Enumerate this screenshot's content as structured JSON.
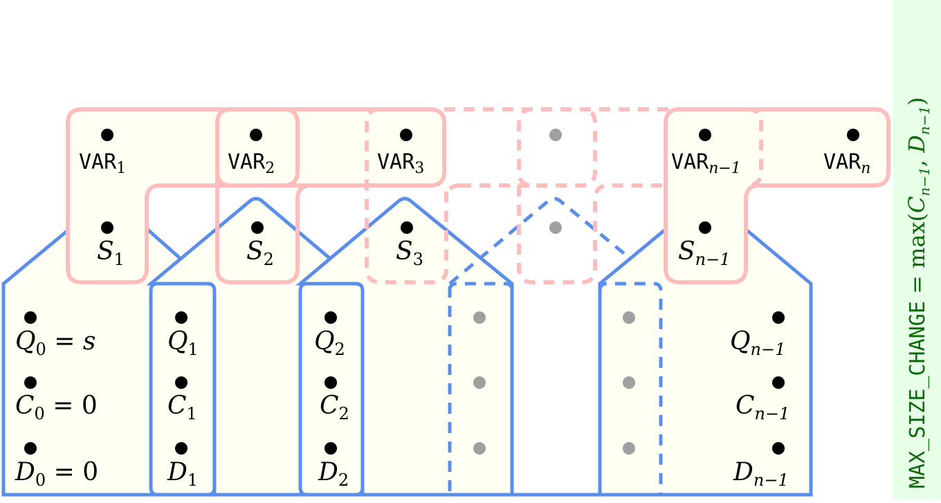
{
  "colors": {
    "pink_outline": "#ffbcbc",
    "blue_outline": "#5a8ee8",
    "region_fill": "#fffff4",
    "gray_dot": "#a0a0a0",
    "side_panel": "#e6ffe6",
    "side_text": "#0a6a0a"
  },
  "var_labels": [
    {
      "base": "VAR",
      "sub": "1"
    },
    {
      "base": "VAR",
      "sub": "2"
    },
    {
      "base": "VAR",
      "sub": "3"
    },
    {
      "base": "VAR",
      "sub": "n−1"
    },
    {
      "base": "VAR",
      "sub": "n"
    }
  ],
  "s_labels": [
    {
      "base": "S",
      "sub": "1"
    },
    {
      "base": "S",
      "sub": "2"
    },
    {
      "base": "S",
      "sub": "3"
    },
    {
      "base": "S",
      "sub": "n−1"
    }
  ],
  "q_labels": [
    {
      "base": "Q",
      "sub": "0",
      "suffix": " = s"
    },
    {
      "base": "Q",
      "sub": "1",
      "suffix": ""
    },
    {
      "base": "Q",
      "sub": "2",
      "suffix": ""
    },
    {
      "base": "Q",
      "sub": "n−1",
      "suffix": ""
    }
  ],
  "c_labels": [
    {
      "base": "C",
      "sub": "0",
      "suffix": " = 0"
    },
    {
      "base": "C",
      "sub": "1",
      "suffix": ""
    },
    {
      "base": "C",
      "sub": "2",
      "suffix": ""
    },
    {
      "base": "C",
      "sub": "n−1",
      "suffix": ""
    }
  ],
  "d_labels": [
    {
      "base": "D",
      "sub": "0",
      "suffix": " = 0"
    },
    {
      "base": "D",
      "sub": "1",
      "suffix": ""
    },
    {
      "base": "D",
      "sub": "2",
      "suffix": ""
    },
    {
      "base": "D",
      "sub": "n−1",
      "suffix": ""
    }
  ],
  "side_label": {
    "mono": "MAX_SIZE_CHANGE",
    "eq": " = max(",
    "c": "C",
    "c_sub": "n−1",
    "comma": ", ",
    "d": "D",
    "d_sub": "n−1",
    "close": ")"
  }
}
